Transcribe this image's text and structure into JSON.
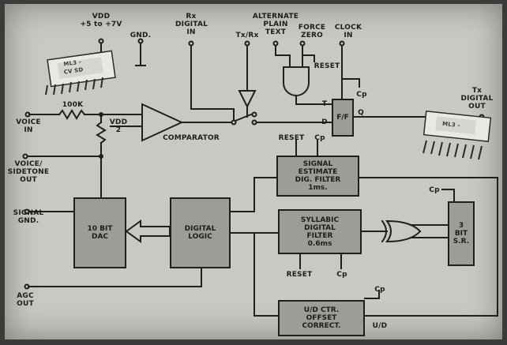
{
  "labels": {
    "vdd_top": "VDD\n+5 to +7V",
    "gnd": "GND.",
    "rx_digital_in": "Rx\nDIGITAL\nIN",
    "tx_rx": "Tx/Rx",
    "alternate_plain_text": "ALTERNATE\nPLAIN\nTEXT",
    "force_zero": "FORCE\nZERO",
    "clock_in": "CLOCK\nIN",
    "reset_gate": "RESET",
    "cp_ff": "Cp",
    "tx_digital_out": "Tx\nDIGITAL\nOUT",
    "resistor_100k": "100K",
    "voice_in": "VOICE\nIN",
    "vdd_half": "VDD\n2",
    "comparator": "COMPARATOR",
    "voice_sidetone_out": "VOICE/\nSIDETONE\nOUT",
    "signal_gnd": "SIGNAL\nGND.",
    "agc_out": "AGC\nOUT",
    "ff_t": "T",
    "ff_d": "D",
    "ff_q": "Q",
    "reset_sig": "RESET",
    "cp_sig": "Cp",
    "cp_sr": "Cp",
    "reset_syl": "RESET",
    "cp_syl": "Cp",
    "cp_ud": "Cp",
    "u_d": "U/D"
  },
  "blocks": {
    "ff": "F/F",
    "signal_estimate": "SIGNAL\nESTIMATE\nDIG. FILTER\n1ms.",
    "syllabic": "SYLLABIC\nDIGITAL\nFILTER\n0.6ms",
    "dac": "10 BIT\nDAC",
    "digital_logic": "DIGITAL\nLOGIC",
    "shift_register": "3\nBIT\nS.R.",
    "ud_counter": "U/D CTR.\nOFFSET\nCORRECT."
  },
  "chips": {
    "chip_left_text": "ML3 -\nCV SD",
    "chip_right_text": "ML3 -"
  },
  "colors": {
    "paper": "#c9c8c3",
    "block_fill": "#9d9c97",
    "ink": "#1d1d1b"
  }
}
